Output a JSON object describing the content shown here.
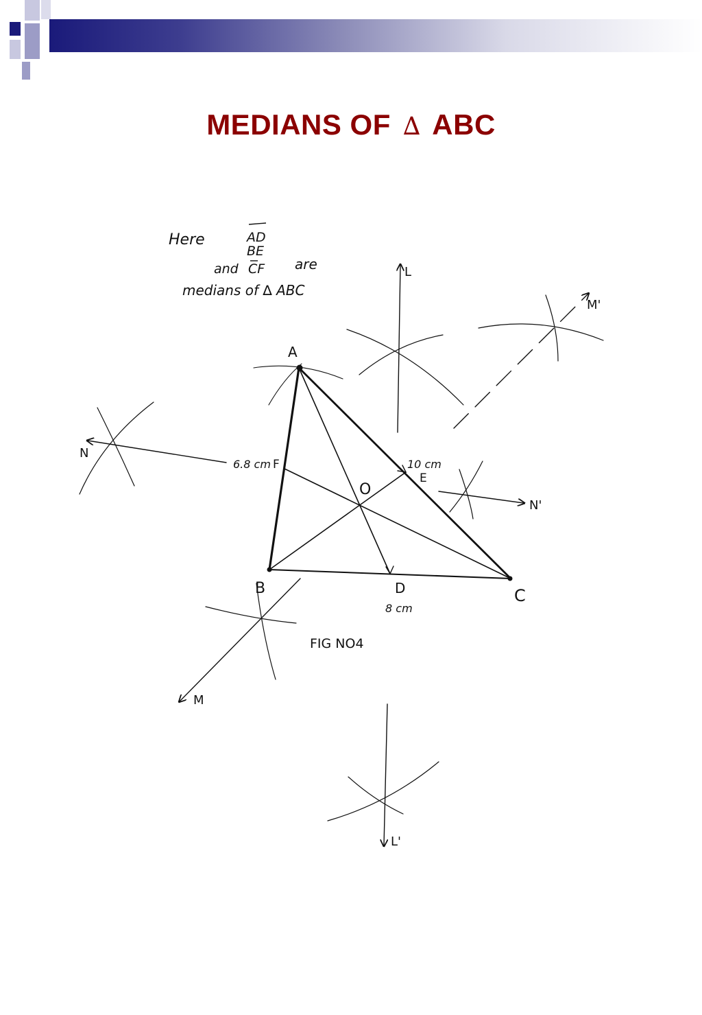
{
  "slide": {
    "title_prefix": "MEDIANS OF",
    "title_triangle": "∆",
    "title_suffix": "ABC",
    "accent_color": "#8b0000",
    "band_color": "#1a1a7a"
  },
  "figure": {
    "note": {
      "line1_word": "Here",
      "line1_seg": "AD",
      "line2_seg": "BE",
      "line3_prefix": "and",
      "line3_seg": "CF",
      "line3_suffix": "are",
      "line4": "medians of ∆ ABC"
    },
    "points": {
      "A": "A",
      "B": "B",
      "C": "C",
      "D": "D",
      "E": "E",
      "F": "F",
      "O": "O"
    },
    "lengths": {
      "AB": "6.8 cm",
      "AC": "10 cm",
      "BC": "8 cm"
    },
    "rays": {
      "L": "L",
      "L_prime": "L'",
      "M": "M",
      "M_prime": "M'",
      "N": "N",
      "N_prime": "N'"
    },
    "caption": "FIG NO4"
  }
}
